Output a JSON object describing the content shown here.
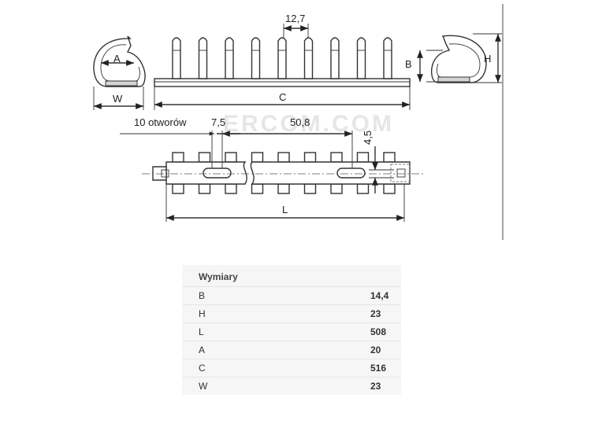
{
  "drawing": {
    "watermark": "ERCOM.COM",
    "dims": {
      "pitch": "12,7",
      "A": "A",
      "B": "B",
      "H": "H",
      "W": "W",
      "C": "C",
      "holes": "10 otworów",
      "hole_width": "7,5",
      "hole_spacing": "50,8",
      "offset": "4,5",
      "L": "L"
    }
  },
  "table": {
    "title": "Wymiary",
    "rows": [
      {
        "key": "B",
        "value": "14,4"
      },
      {
        "key": "H",
        "value": "23"
      },
      {
        "key": "L",
        "value": "508"
      },
      {
        "key": "A",
        "value": "20"
      },
      {
        "key": "C",
        "value": "516"
      },
      {
        "key": "W",
        "value": "23"
      }
    ]
  }
}
